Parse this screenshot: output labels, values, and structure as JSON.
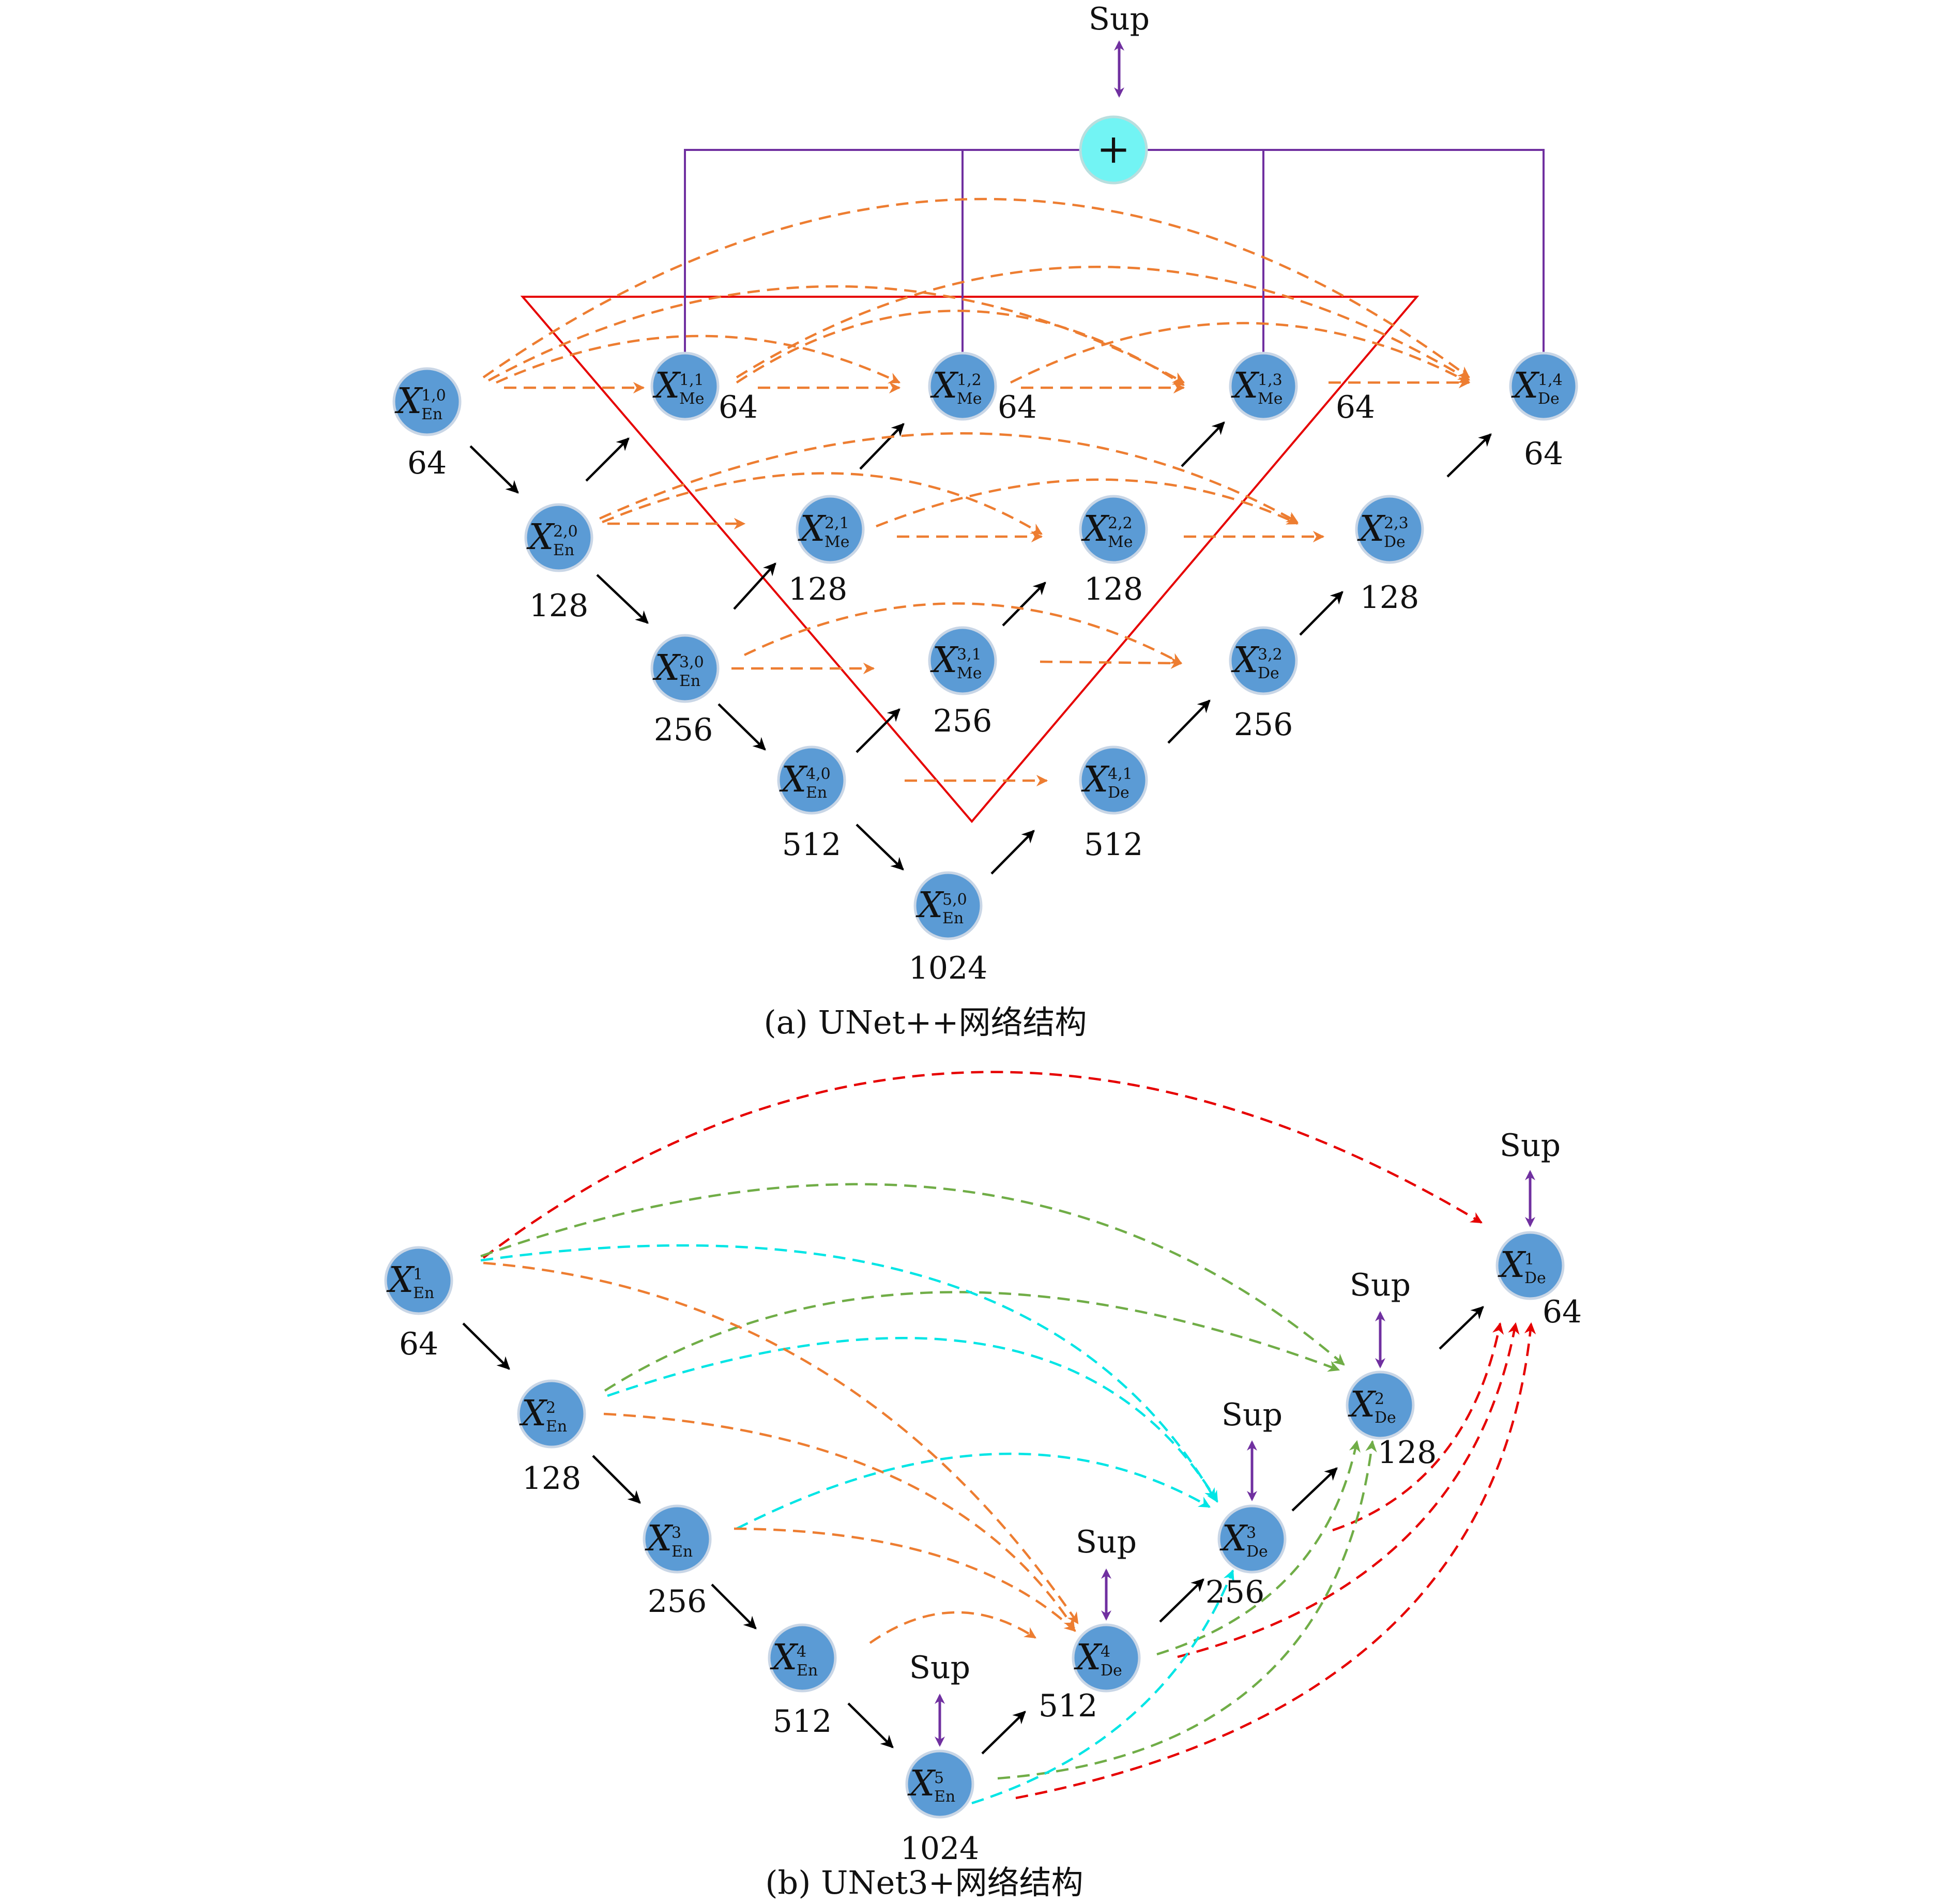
{
  "colors": {
    "node_fill": "#5b9bd5",
    "node_stroke": "#c9d6e6",
    "sum_fill": "#72f4f4",
    "sum_stroke": "#b9dede",
    "purple": "#7030a0",
    "orange": "#ed7d31",
    "red": "#e60000",
    "green": "#70ad47",
    "cyan": "#00e5e5",
    "black": "#000000"
  },
  "symbol": "X",
  "sup_label": "Sup",
  "sum_symbol": "+",
  "diagram_a": {
    "caption": "(a) UNet++网络结构",
    "nodes": [
      {
        "id": "a10",
        "sub": "En",
        "sup": "1,0",
        "channels": "64"
      },
      {
        "id": "a20",
        "sub": "En",
        "sup": "2,0",
        "channels": "128"
      },
      {
        "id": "a30",
        "sub": "En",
        "sup": "3,0",
        "channels": "256"
      },
      {
        "id": "a40",
        "sub": "En",
        "sup": "4,0",
        "channels": "512"
      },
      {
        "id": "a50",
        "sub": "En",
        "sup": "5,0",
        "channels": "1024"
      },
      {
        "id": "a11",
        "sub": "Me",
        "sup": "1,1",
        "channels": "64"
      },
      {
        "id": "a12",
        "sub": "Me",
        "sup": "1,2",
        "channels": "64"
      },
      {
        "id": "a13",
        "sub": "Me",
        "sup": "1,3",
        "channels": "64"
      },
      {
        "id": "a14",
        "sub": "De",
        "sup": "1,4",
        "channels": "64"
      },
      {
        "id": "a21",
        "sub": "Me",
        "sup": "2,1",
        "channels": "128"
      },
      {
        "id": "a22",
        "sub": "Me",
        "sup": "2,2",
        "channels": "128"
      },
      {
        "id": "a23",
        "sub": "De",
        "sup": "2,3",
        "channels": "128"
      },
      {
        "id": "a31",
        "sub": "Me",
        "sup": "3,1",
        "channels": "256"
      },
      {
        "id": "a32",
        "sub": "De",
        "sup": "3,2",
        "channels": "256"
      },
      {
        "id": "a41",
        "sub": "De",
        "sup": "4,1",
        "channels": "512"
      }
    ]
  },
  "diagram_b": {
    "caption": "(b) UNet3+网络结构",
    "nodes": [
      {
        "id": "e1",
        "sub": "En",
        "sup": "1",
        "channels": "64"
      },
      {
        "id": "e2",
        "sub": "En",
        "sup": "2",
        "channels": "128"
      },
      {
        "id": "e3",
        "sub": "En",
        "sup": "3",
        "channels": "256"
      },
      {
        "id": "e4",
        "sub": "En",
        "sup": "4",
        "channels": "512"
      },
      {
        "id": "e5",
        "sub": "En",
        "sup": "5",
        "channels": "1024"
      },
      {
        "id": "d4",
        "sub": "De",
        "sup": "4",
        "channels": "512"
      },
      {
        "id": "d3",
        "sub": "De",
        "sup": "3",
        "channels": "256"
      },
      {
        "id": "d2",
        "sub": "De",
        "sup": "2",
        "channels": "128"
      },
      {
        "id": "d1",
        "sub": "De",
        "sup": "1",
        "channels": "64"
      }
    ]
  }
}
